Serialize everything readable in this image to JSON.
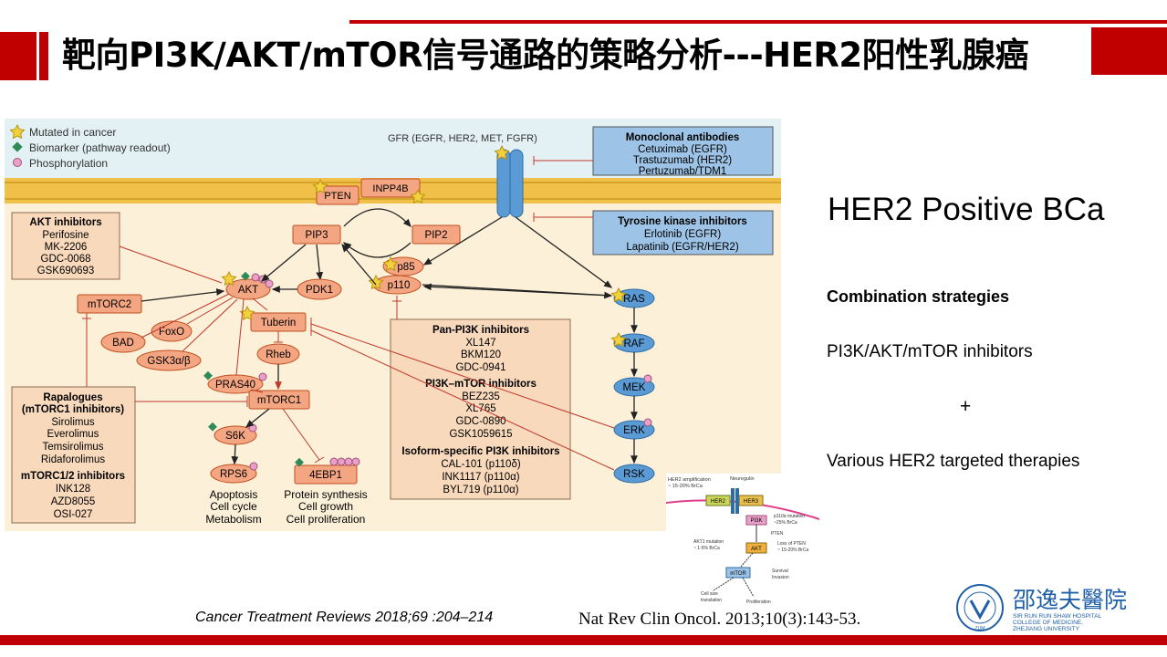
{
  "slide": {
    "title": "靶向PI3K/AKT/mTOR信号通路的策略分析---HER2阳性乳腺癌",
    "colors": {
      "accent_red": "#c00000",
      "membrane": "#f0c048",
      "cytoplasm": "#fdf0d8",
      "extracell": "#e3f1f4",
      "node_fill": "#f4a582",
      "node_stroke": "#c05020",
      "inhibit_box": "#f9d9bc",
      "mapk_blue": "#5b9bd5",
      "antibody_box": "#9dc3e6"
    }
  },
  "diagram": {
    "legend": {
      "mutated": "Mutated in cancer",
      "biomarker": "Biomarker (pathway readout)",
      "phosphorylation": "Phosphorylation"
    },
    "receptor_label": "GFR (EGFR, HER2, MET, FGFR)",
    "antibodies": {
      "title": "Monoclonal antibodies",
      "items": [
        "Cetuximab (EGFR)",
        "Trastuzumab (HER2)",
        "Pertuzumab/TDM1"
      ]
    },
    "tki": {
      "title": "Tyrosine kinase inhibitors",
      "items": [
        "Erlotinib (EGFR)",
        "Lapatinib (EGFR/HER2)"
      ]
    },
    "akt_inhibitors": {
      "title": "AKT inhibitors",
      "items": [
        "Perifosine",
        "MK-2206",
        "GDC-0068",
        "GSK690693"
      ]
    },
    "rapalogues": {
      "title": "Rapalogues",
      "subtitle": "(mTORC1 inhibitors)",
      "items": [
        "Sirolimus",
        "Everolimus",
        "Temsirolimus",
        "Ridaforolimus"
      ],
      "title2": "mTORC1/2 inhibitors",
      "items2": [
        "INK128",
        "AZD8055",
        "OSI-027"
      ]
    },
    "pi3k_inhibitors": {
      "title": "Pan-PI3K inhibitors",
      "items": [
        "XL147",
        "BKM120",
        "GDC-0941"
      ],
      "title2": "PI3K–mTOR inhibitors",
      "items2": [
        "BEZ235",
        "XL765",
        "GDC-0890",
        "GSK1059615"
      ],
      "title3": "Isoform-specific PI3K inhibitors",
      "items3": [
        "CAL-101 (p110δ)",
        "INK1117 (p110α)",
        "BYL719 (p110α)"
      ]
    },
    "nodes": {
      "pten": "PTEN",
      "inpp4b": "INPP4B",
      "pip3": "PIP3",
      "pip2": "PIP2",
      "p85": "p85",
      "p110": "p110",
      "akt": "AKT",
      "pdk1": "PDK1",
      "mtorc2": "mTORC2",
      "tuberin": "Tuberin",
      "foxo": "FoxO",
      "bad": "BAD",
      "gsk3": "GSK3α/β",
      "rheb": "Rheb",
      "pras40": "PRAS40",
      "mtorc1": "mTORC1",
      "s6k": "S6K",
      "rps6": "RPS6",
      "4ebp1": "4EBP1",
      "ras": "RAS",
      "raf": "RAF",
      "mek": "MEK",
      "erk": "ERK",
      "rsk": "RSK"
    },
    "outcome_left": [
      "Apoptosis",
      "Cell cycle",
      "Metabolism"
    ],
    "outcome_right": [
      "Protein synthesis",
      "Cell growth",
      "Cell proliferation"
    ]
  },
  "right_panel": {
    "heading": "HER2 Positive BCa",
    "combo_title": "Combination strategies",
    "combo_1": "PI3K/AKT/mTOR inhibitors",
    "plus": "+",
    "combo_2": "Various  HER2 targeted therapies"
  },
  "inset": {
    "her2_amp": "HER2 amplification",
    "her2_amp_pct": "~ 15-20% BrCa",
    "neuregulin": "Neuregulin",
    "her2": "HER2",
    "her3": "HER3",
    "pi3k": "PI3K",
    "p110a": "p110α mutation",
    "p110a_pct": "~25% BrCa",
    "pten": "PTEN",
    "akt1": "AKT1 mutation",
    "akt1_pct": "~ 1-5% BrCa",
    "akt": "AKT",
    "loss_pten": "Loss of PTEN",
    "loss_pten_pct": "~ 15-20% BrCa",
    "mtor": "mTOR",
    "survival": "Survival",
    "invasion": "Invasion",
    "cell_size": "Cell size",
    "translation": "translation",
    "proliferation": "Proliferation"
  },
  "references": {
    "ref1": "Cancer Treatment Reviews 2018;69 :204–214",
    "ref2": "Nat Rev Clin Oncol. 2013;10(3):143-53."
  },
  "logo": {
    "chinese_name": "邵逸夫醫院",
    "english_line1": "SIR RUN RUN SHAW HOSPITAL",
    "english_line2": "COLLEGE OF MEDICINE,",
    "english_line3": "ZHEJIANG UNIVERSITY",
    "seal_text": "ZUM",
    "icon": "hospital-seal-icon"
  }
}
